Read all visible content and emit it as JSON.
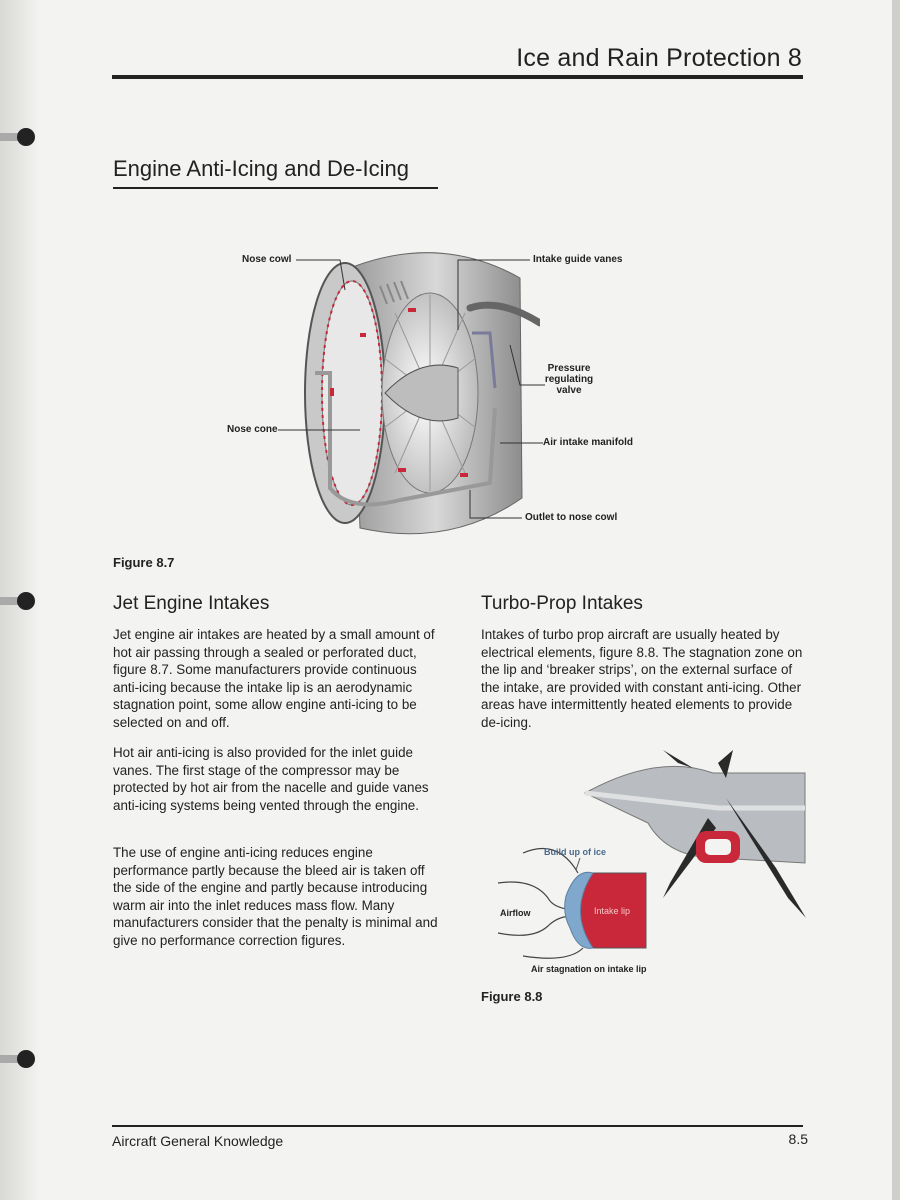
{
  "header": {
    "chapter_title": "Ice and Rain Protection 8"
  },
  "section": {
    "title": "Engine Anti-Icing and De-Icing"
  },
  "figure_8_7": {
    "caption": "Figure 8.7",
    "labels": {
      "nose_cowl": "Nose cowl",
      "intake_guide_vanes": "Intake guide vanes",
      "pressure_regulating_valve": "Pressure regulating valve",
      "nose_cone": "Nose cone",
      "air_intake_manifold": "Air intake manifold",
      "outlet_to_nose_cowl": "Outlet to nose cowl"
    }
  },
  "jet": {
    "title": "Jet Engine Intakes",
    "paragraphs": [
      "Jet engine air intakes are heated by a small amount of hot air passing through a sealed or perforated duct, figure 8.7. Some manufacturers provide continuous anti-icing because the intake lip is an aerodynamic stagnation point, some allow engine anti-icing to be selected on and off.",
      "Hot air anti-icing is also provided for the inlet guide vanes. The first stage of the compressor may be protected by hot air from the nacelle and guide vanes anti-icing systems being vented through the engine.",
      "The use of engine anti-icing reduces engine performance partly because the bleed air is taken off the side of the engine and partly because introducing warm air into the inlet reduces mass flow. Many manufacturers consider that the penalty is minimal and give no performance correction figures."
    ]
  },
  "turbo": {
    "title": "Turbo-Prop Intakes",
    "paragraphs": [
      "Intakes of turbo prop aircraft are usually heated by electrical elements, figure 8.8. The stagnation zone on the lip and ‘breaker strips’, on the external surface of the intake, are provided with constant anti-icing. Other areas have intermittently heated elements to provide de-icing."
    ]
  },
  "figure_8_8": {
    "caption": "Figure 8.8",
    "labels": {
      "build_up_of_ice": "Build up of ice",
      "airflow": "Airflow",
      "intake_lip": "Intake lip",
      "air_stagnation": "Air stagnation on intake lip"
    }
  },
  "footer": {
    "book_title": "Aircraft General Knowledge",
    "page_number": "8.5"
  },
  "colors": {
    "accent_red": "#c8283a",
    "ice_blue": "#7fa8cc",
    "text": "#222222"
  }
}
